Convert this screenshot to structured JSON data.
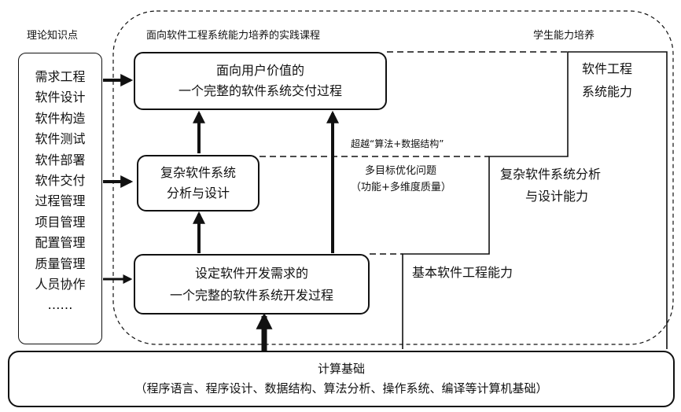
{
  "headers": {
    "theory": "理论知识点",
    "course": "面向软件工程系统能力培养的实践课程",
    "ability": "学生能力培养"
  },
  "knowledge_points": [
    "需求工程",
    "软件设计",
    "软件构造",
    "软件测试",
    "软件部署",
    "软件交付",
    "过程管理",
    "项目管理",
    "配置管理",
    "质量管理",
    "人员协作",
    "……"
  ],
  "boxes": {
    "top": {
      "line1": "面向用户价值的",
      "line2": "一个完整的软件系统交付过程"
    },
    "middle": {
      "line1": "复杂软件系统",
      "line2": "分析与设计"
    },
    "bottom": {
      "line1": "设定软件开发需求的",
      "line2": "一个完整的软件系统开发过程"
    }
  },
  "annotations": {
    "beyond": "超越“算法+数据结构”",
    "multi_line1": "多目标优化问题",
    "multi_line2": "（功能+多维度质量）"
  },
  "abilities": {
    "high_line1": "软件工程",
    "high_line2": "系统能力",
    "mid_line1": "复杂软件系统分析",
    "mid_line2": "与设计能力",
    "basic": "基本软件工程能力"
  },
  "foundation": {
    "title": "计算基础",
    "detail": "（程序语言、程序设计、数据结构、算法分析、操作系统、编译等计算机基础）"
  }
}
